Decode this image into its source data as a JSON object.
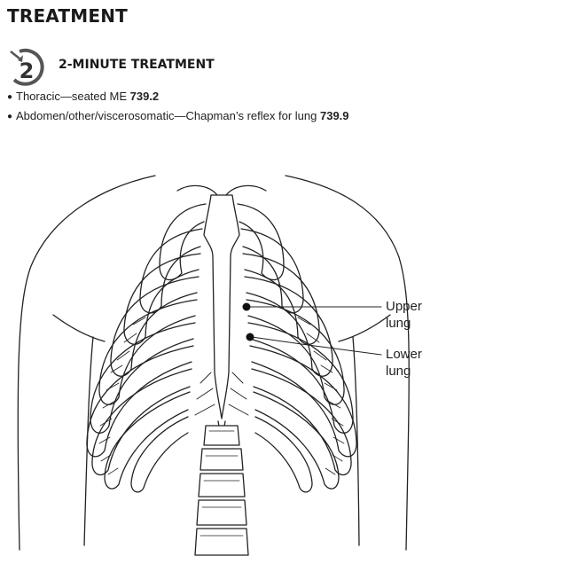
{
  "heading": "TREATMENT",
  "sub_heading": {
    "icon_text": "2",
    "title": "2-MINUTE TREATMENT"
  },
  "bullets": [
    {
      "text": "Thoracic—seated ME ",
      "code": "739.2"
    },
    {
      "text": "Abdomen/other/viscerosomatic—Chapman’s reflex for lung ",
      "code": "739.9"
    }
  ],
  "callouts": {
    "upper_line1": "Upper",
    "upper_line2": "lung",
    "lower_line1": "Lower",
    "lower_line2": "lung"
  }
}
